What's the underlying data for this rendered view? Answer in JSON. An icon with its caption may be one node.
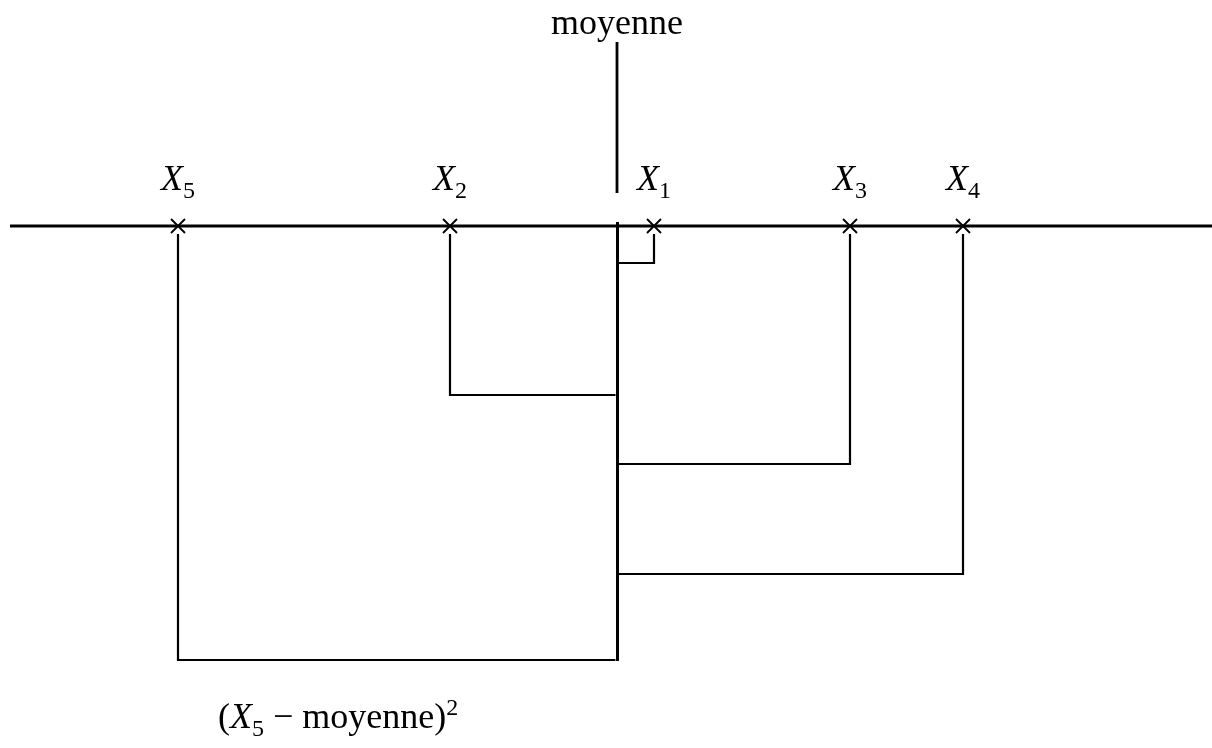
{
  "diagram": {
    "nodes": [
      {
        "text": [
          "moyenne"
        ]
      },
      {
        "text": [
          "*X*$_{5}$"
        ]
      },
      {
        "text": [
          "*X*$_{2}$"
        ]
      },
      {
        "text": [
          "*X*$_{1}$"
        ]
      },
      {
        "text": [
          "*X*$_{3}$"
        ]
      },
      {
        "text": [
          "*X*$_{4}$"
        ]
      },
      {
        "text": [],
        "shape": "bar"
      }
    ],
    "edges": [
      {
        "from": 0,
        "to": null,
        "arrow": "none"
      },
      {
        "from": 1,
        "to": 6,
        "arrow": "none"
      },
      {
        "from": 2,
        "to": 6,
        "arrow": "none"
      },
      {
        "from": 3,
        "to": 6,
        "arrow": "none"
      },
      {
        "from": 4,
        "to": 6,
        "arrow": "none"
      },
      {
        "from": 5,
        "to": 6,
        "arrow": "none"
      }
    ],
    "labels": [
      "(*X*$_{5}$ − moyenne)$^{2}$"
    ]
  }
}
